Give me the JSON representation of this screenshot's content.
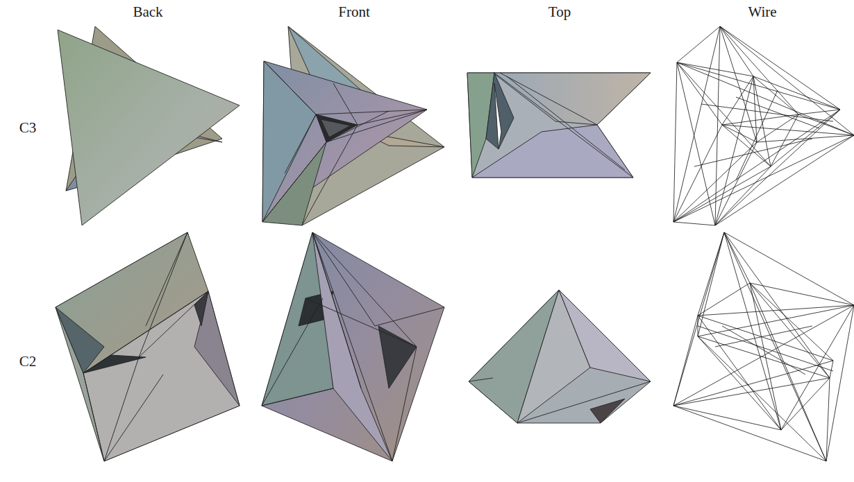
{
  "diagram": {
    "labels": [
      "Back",
      "Front",
      "Top",
      "Wire",
      "C3",
      "C2"
    ]
  }
}
